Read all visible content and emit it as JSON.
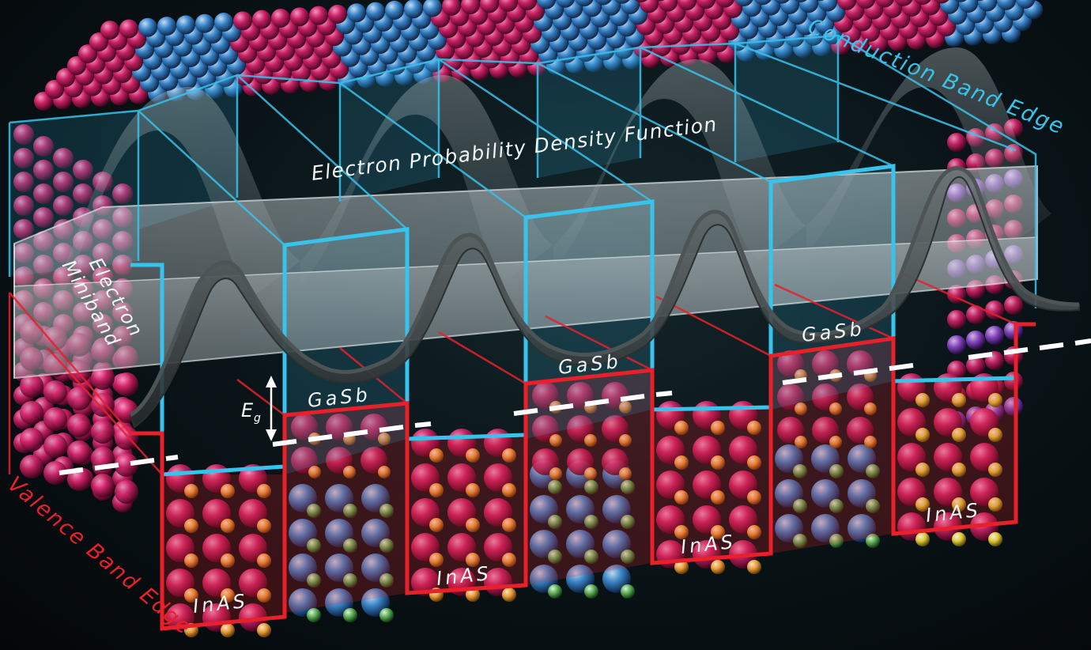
{
  "labels": {
    "conduction_band_edge": "Conduction Band Edge",
    "valence_band_edge": "Valence Band Edge",
    "electron_probability_density_function": "Electron Probability Density Function",
    "electron_miniband_line1": "Electron",
    "electron_miniband_line2": "Miniband",
    "bandgap_symbol": "E",
    "bandgap_subscript": "g",
    "layers": {
      "gasb_1": "GaSb",
      "gasb_2": "GaSb",
      "gasb_3": "GaSb",
      "inas_1": "InAS",
      "inas_2": "InAS",
      "inas_3": "InAS",
      "inas_4": "InAS"
    }
  },
  "colors": {
    "background": "#0a1519",
    "conduction_band": "#38c3ec",
    "valence_band": "#e8202a",
    "atom_indium": "#d4246a",
    "atom_gallium": "#3f8fd6",
    "atom_arsenic": "#f3a33c",
    "atom_antimony": "#5fb35a",
    "atom_secondary": "#e8d33b",
    "probability_curve": "#3a3d3e",
    "miniband_slab": "#cfd6d8",
    "fermi_dashes": "#ffffff"
  }
}
